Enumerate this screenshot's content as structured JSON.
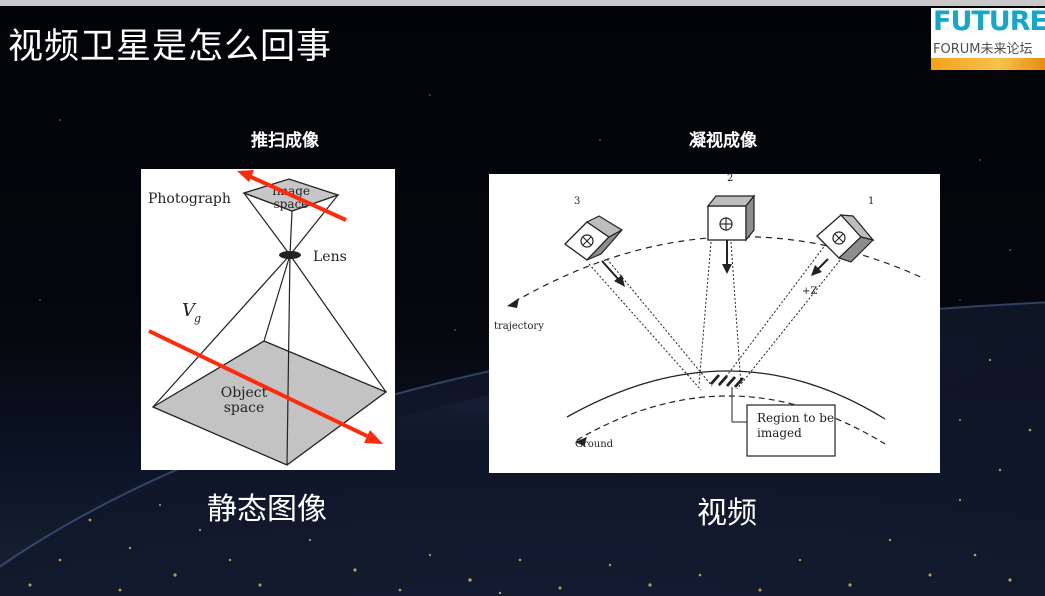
{
  "slide": {
    "title": "视频卫星是怎么回事",
    "logo": {
      "top_text": "FUTURE",
      "bottom_text": "FORUM未来论坛"
    },
    "left_caption": "推扫成像",
    "right_caption": "凝视成像",
    "left_label": "静态图像",
    "right_label": "视频"
  },
  "pushbroom_diagram": {
    "photograph_label": "Photograph",
    "image_space_line1": "Image",
    "image_space_line2": "space",
    "lens_label": "Lens",
    "velocity_label": "V",
    "velocity_subscript": "g",
    "object_space_line1": "Object",
    "object_space_line2": "space"
  },
  "staring_diagram": {
    "satellite_1": "1",
    "satellite_2": "2",
    "satellite_3": "3",
    "z_label": "+Z",
    "trajectory_label": "trajectory",
    "ground_label": "Ground",
    "region_line1": "Region to be",
    "region_line2": "imaged"
  },
  "colors": {
    "arrow_red": "#ff2a0c",
    "logo_blue": "#15a6c9",
    "logo_orange": "#f4a21a"
  }
}
